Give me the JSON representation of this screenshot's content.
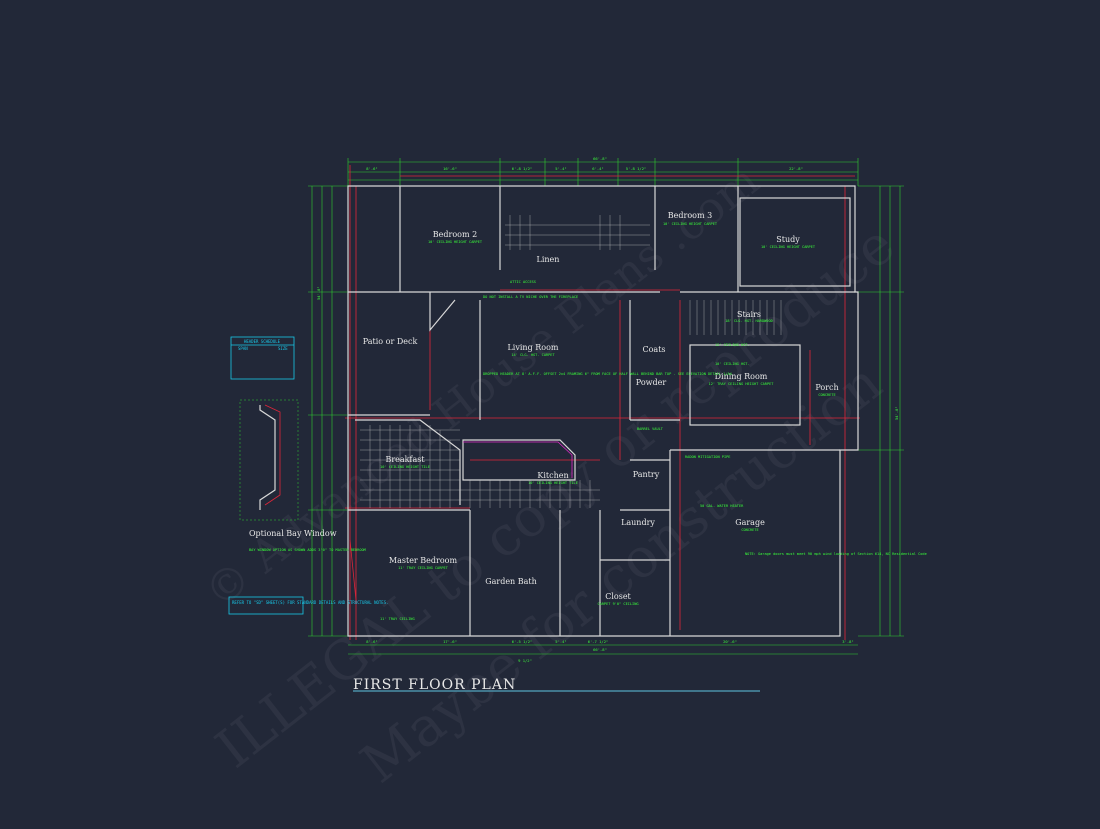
{
  "drawing_title": "FIRST FLOOR PLAN",
  "watermark": {
    "line1": "ILLEGAL to copy or reproduce",
    "line2": "Maybe for construction",
    "copyright": "© Advanced House Plans .com"
  },
  "rooms": {
    "bedroom2": {
      "name": "Bedroom 2",
      "note": "10' CEILING HEIGHT CARPET"
    },
    "bedroom3": {
      "name": "Bedroom 3",
      "note": "10' CEILING HEIGHT CARPET"
    },
    "study": {
      "name": "Study",
      "note": "10' CEILING HEIGHT CARPET"
    },
    "linen": {
      "name": "Linen"
    },
    "patio": {
      "name": "Patio or Deck"
    },
    "living": {
      "name": "Living Room",
      "note": "14' CLG. HGT. CARPET"
    },
    "coats": {
      "name": "Coats"
    },
    "powder": {
      "name": "Powder"
    },
    "stairs": {
      "name": "Stairs",
      "note": "18' CLG. HGT. HARDWOOD"
    },
    "dining": {
      "name": "Dining Room",
      "note": "12' TRAY CEILING HEIGHT CARPET"
    },
    "porch": {
      "name": "Porch",
      "note": "CONCRETE"
    },
    "breakfast": {
      "name": "Breakfast",
      "note": "10' CEILING HEIGHT TILE"
    },
    "kitchen": {
      "name": "Kitchen",
      "note": "10' CEILING HEIGHT TILE"
    },
    "pantry": {
      "name": "Pantry"
    },
    "laundry": {
      "name": "Laundry"
    },
    "garage": {
      "name": "Garage",
      "note": "CONCRETE"
    },
    "master": {
      "name": "Master Bedroom",
      "note": "11' TRAY CEILING CARPET"
    },
    "garden_bath": {
      "name": "Garden Bath"
    },
    "closet": {
      "name": "Closet",
      "note": "CARPET 9'0\" CEILING"
    }
  },
  "notes": {
    "header_schedule_title": "HEADER SCHEDULE",
    "header_cols": [
      "SPAN",
      "SIZE"
    ],
    "bay_window_title": "Optional Bay Window",
    "bay_window_note": "BAY WINDOW OPTION AS SHOWN ADDS 3'0\" TO MASTER BEDROOM",
    "refer_note": "REFER TO \"SD\" SHEET(S) FOR STANDARD DETAILS AND STRUCTURAL NOTES.",
    "garage_note": "NOTE: Garage doors must meet 90 mph wind loading of Section 614, NC Residential Code",
    "living_note": "DROPPED HEADER AT 8' A.F.F. OFFSET 2x4 FRAMING 6\" FROM FACE OF HALF WALL BEHIND BAR TOP - SEE ELEVATION DETAIL 1/A4",
    "tv_note": "DO NOT INSTALL A TV NICHE OVER THE FIREPLACE",
    "attic_access": "ATTIC ACCESS",
    "barrel_vault": "BARREL VAULT",
    "radon": "RADON MITIGATION PIPE",
    "water_heater": "50 GAL. WATER HEATER",
    "ceiling_heights": [
      "12' CEILING HGT.",
      "10' CEILING HGT.",
      "11' TRAY CEILING"
    ]
  },
  "dimensions": {
    "top_total": "66'-8\"",
    "bottom_total": "66'-8\"",
    "top_segments": [
      "8'-6\"",
      "16'-6\"",
      "6'-8 1/2\"",
      "5'-4\"",
      "6'-4\"",
      "5'-8 1/2\"",
      "22'-8\""
    ],
    "bottom_segments": [
      "8'-6\"",
      "17'-6\"",
      "6'-5 1/2\"",
      "5'-4\"",
      "6'-7 1/2\"",
      "20'-6\"",
      "3'-8\""
    ],
    "left_total": "54'-8\"",
    "right_total": "54'-8\"",
    "bottom_left": "9 1/2\""
  }
}
